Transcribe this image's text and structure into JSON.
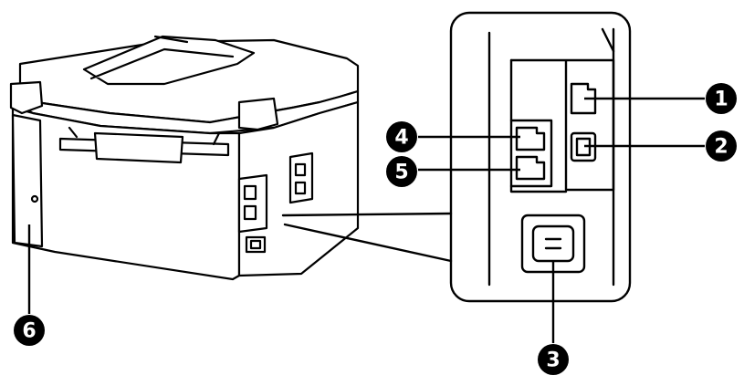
{
  "callouts": [
    {
      "id": "callout-1",
      "label": "1"
    },
    {
      "id": "callout-2",
      "label": "2"
    },
    {
      "id": "callout-3",
      "label": "3"
    },
    {
      "id": "callout-4",
      "label": "4"
    },
    {
      "id": "callout-5",
      "label": "5"
    },
    {
      "id": "callout-6",
      "label": "6"
    }
  ],
  "colors": {
    "line": "#000000",
    "callout_fill": "#000000",
    "callout_text": "#ffffff",
    "background": "#ffffff"
  }
}
